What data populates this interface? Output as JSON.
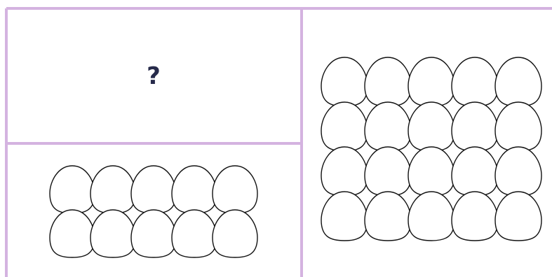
{
  "question_box": {
    "label": "?"
  },
  "groups": [
    {
      "name": "top-left",
      "content": "unknown"
    },
    {
      "name": "bottom-left",
      "rows": 2,
      "columns": 5,
      "egg_count": 10
    },
    {
      "name": "right",
      "rows": 4,
      "columns": 5,
      "egg_count": 20
    }
  ],
  "colors": {
    "border": "#d4b3e0",
    "egg_outline": "#111111",
    "egg_fill": "#ffffff",
    "text": "#262a4a"
  }
}
